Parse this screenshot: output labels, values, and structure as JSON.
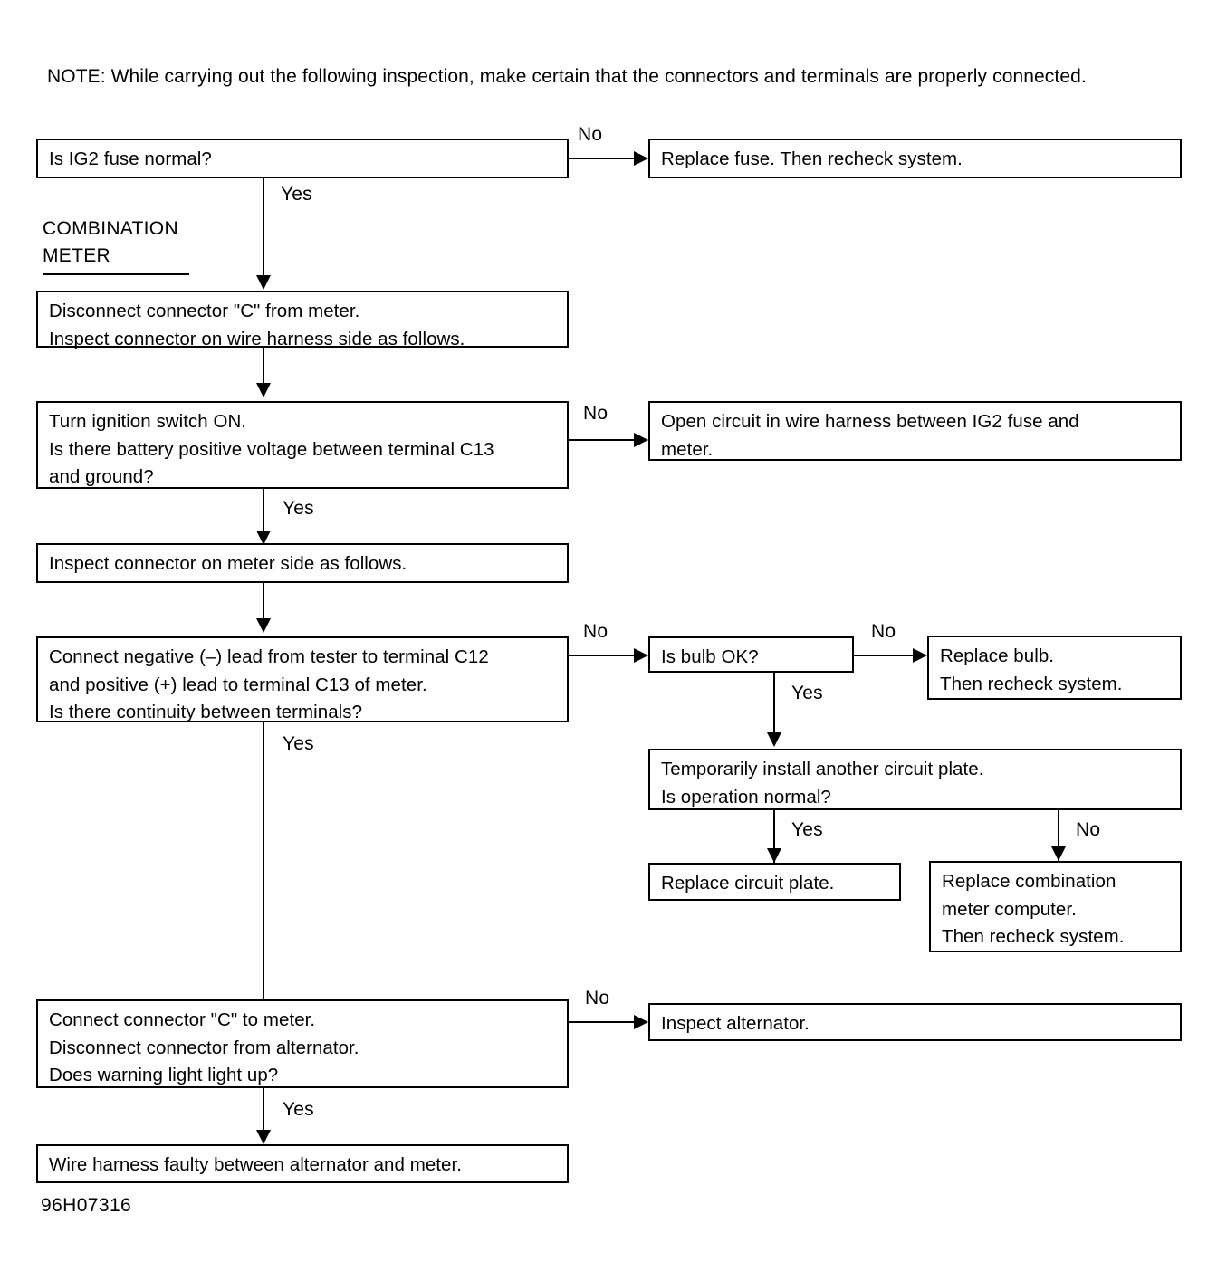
{
  "figure": {
    "id_label": "96H07316",
    "note": "NOTE:  While carrying out the following inspection, make certain that the connectors and terminals are properly connected.",
    "section_label_line1": "COMBINATION",
    "section_label_line2": "METER"
  },
  "edge_labels": {
    "fuse_no": "No",
    "fuse_yes": "Yes",
    "voltage_no": "No",
    "voltage_yes": "Yes",
    "continuity_no": "No",
    "continuity_yes": "Yes",
    "bulb_no": "No",
    "bulb_yes": "Yes",
    "plate_yes": "Yes",
    "plate_no": "No",
    "warning_no": "No",
    "warning_yes": "Yes"
  },
  "nodes": {
    "fuse_check": {
      "line1": "Is IG2 fuse normal?"
    },
    "replace_fuse": {
      "line1": "Replace fuse. Then recheck system."
    },
    "disconnect_c": {
      "line1": "Disconnect connector \"C\" from meter.",
      "line2": "Inspect connector on wire harness side as follows."
    },
    "voltage_check": {
      "line1": "Turn ignition switch ON.",
      "line2": "Is there battery positive voltage between terminal C13",
      "line3": "and ground?"
    },
    "open_circuit": {
      "line1": "Open circuit in wire harness between IG2 fuse and",
      "line2": "meter."
    },
    "inspect_meter_side": {
      "line1": "Inspect connector on meter side as follows."
    },
    "continuity_check": {
      "line1": "Connect negative (–) lead from tester to terminal C12",
      "line2": "and positive (+) lead to terminal C13 of meter.",
      "line3": "Is there continuity between terminals?"
    },
    "bulb_check": {
      "line1": "Is bulb OK?"
    },
    "replace_bulb": {
      "line1": "Replace bulb.",
      "line2": "Then recheck system."
    },
    "circuit_plate_check": {
      "line1": "Temporarily install another circuit plate.",
      "line2": "Is operation normal?"
    },
    "replace_circuit_plate": {
      "line1": "Replace circuit plate."
    },
    "replace_meter_computer": {
      "line1": "Replace combination",
      "line2": "meter computer.",
      "line3": "Then recheck system."
    },
    "warning_light_check": {
      "line1": "Connect connector \"C\" to meter.",
      "line2": "Disconnect connector from alternator.",
      "line3": "Does warning light light up?"
    },
    "inspect_alternator": {
      "line1": "Inspect alternator."
    },
    "harness_faulty": {
      "line1": "Wire harness faulty between alternator and meter."
    }
  }
}
